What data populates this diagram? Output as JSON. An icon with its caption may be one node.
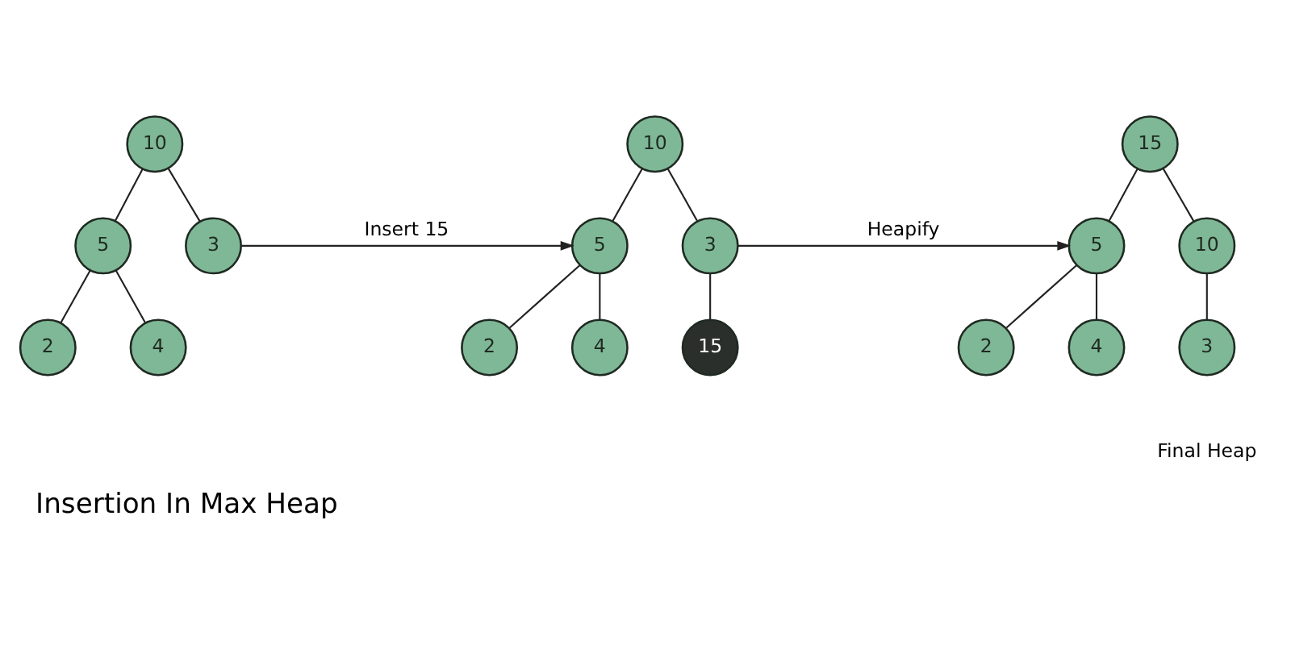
{
  "diagram": {
    "title": "Insertion In Max Heap",
    "nodes": [
      {
        "text": [
          "10"
        ]
      },
      {
        "text": [
          "5"
        ]
      },
      {
        "text": [
          "3"
        ]
      },
      {
        "text": [
          "2"
        ]
      },
      {
        "text": [
          "4"
        ]
      },
      {
        "text": [
          "10"
        ]
      },
      {
        "text": [
          "5"
        ]
      },
      {
        "text": [
          "3"
        ]
      },
      {
        "text": [
          "2"
        ]
      },
      {
        "text": [
          "4"
        ]
      },
      {
        "text": [
          "15"
        ]
      },
      {
        "text": [
          "15"
        ]
      },
      {
        "text": [
          "5"
        ]
      },
      {
        "text": [
          "10"
        ]
      },
      {
        "text": [
          "2"
        ]
      },
      {
        "text": [
          "4"
        ]
      },
      {
        "text": [
          "3"
        ]
      }
    ],
    "edges": [
      {
        "from": 0,
        "to": 1,
        "arrow": "none"
      },
      {
        "from": 0,
        "to": 2,
        "arrow": "none"
      },
      {
        "from": 1,
        "to": 3,
        "arrow": "none"
      },
      {
        "from": 1,
        "to": 4,
        "arrow": "none"
      },
      {
        "from": 2,
        "to": 6,
        "arrow": "to",
        "label": "Insert 15"
      },
      {
        "from": 5,
        "to": 6,
        "arrow": "none"
      },
      {
        "from": 5,
        "to": 7,
        "arrow": "none"
      },
      {
        "from": 6,
        "to": 8,
        "arrow": "none"
      },
      {
        "from": 6,
        "to": 9,
        "arrow": "none"
      },
      {
        "from": 7,
        "to": 10,
        "arrow": "none"
      },
      {
        "from": 7,
        "to": 12,
        "arrow": "to",
        "label": "Heapify"
      },
      {
        "from": 11,
        "to": 12,
        "arrow": "none"
      },
      {
        "from": 11,
        "to": 13,
        "arrow": "none"
      },
      {
        "from": 12,
        "to": 14,
        "arrow": "none"
      },
      {
        "from": 12,
        "to": 15,
        "arrow": "none"
      },
      {
        "from": 13,
        "to": 16,
        "arrow": "none"
      }
    ],
    "labels": [
      "Final Heap"
    ]
  }
}
